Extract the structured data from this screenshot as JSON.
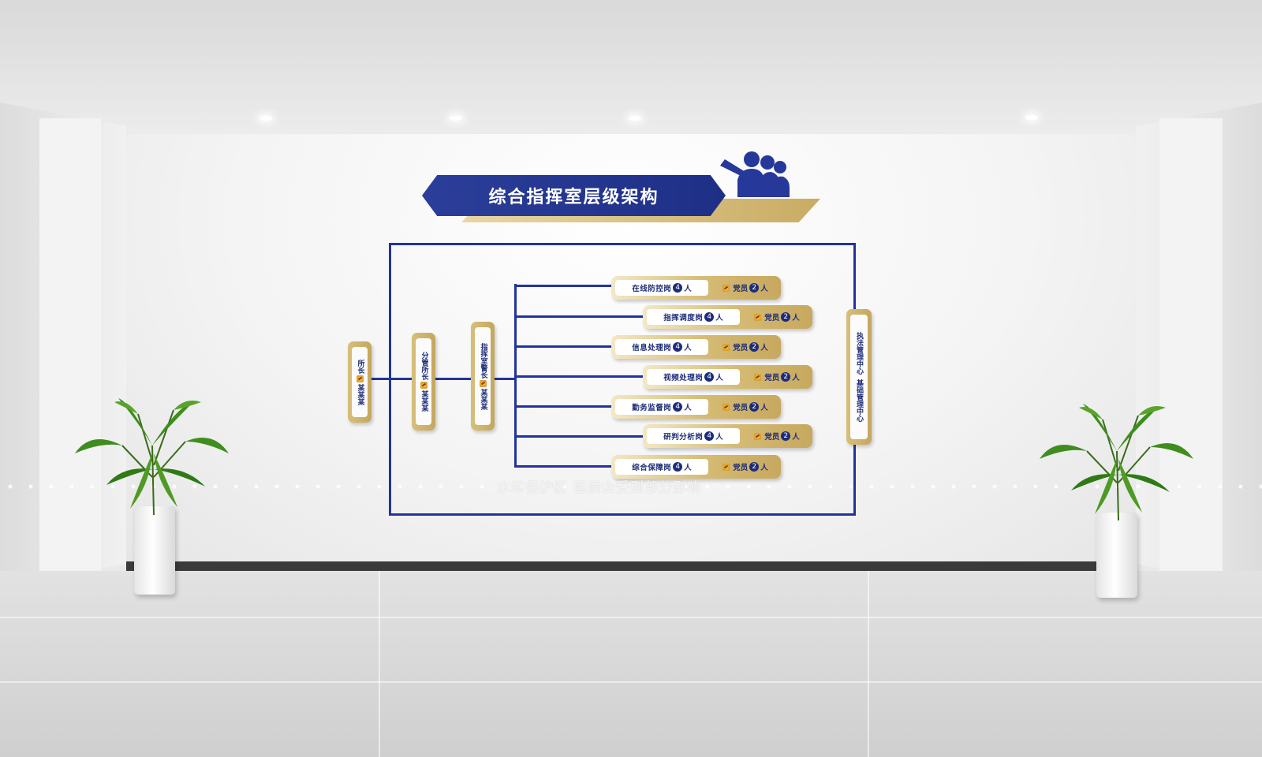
{
  "title": "综合指挥室层级架构",
  "hierarchy": [
    {
      "name": "所长",
      "person": "某某某"
    },
    {
      "name": "分管所长",
      "person": "某某某"
    },
    {
      "name": "指挥室警长",
      "person": "某某某"
    }
  ],
  "posts": [
    {
      "name": "在线防控岗",
      "count": "4",
      "unit": "人",
      "party_label": "党员",
      "party_count": "2",
      "party_unit": "人"
    },
    {
      "name": "指挥调度岗",
      "count": "4",
      "unit": "人",
      "party_label": "党员",
      "party_count": "2",
      "party_unit": "人"
    },
    {
      "name": "信息处理岗",
      "count": "4",
      "unit": "人",
      "party_label": "党员",
      "party_count": "2",
      "party_unit": "人"
    },
    {
      "name": "视频处理岗",
      "count": "4",
      "unit": "人",
      "party_label": "党员",
      "party_count": "2",
      "party_unit": "人"
    },
    {
      "name": "勤务监督岗",
      "count": "4",
      "unit": "人",
      "party_label": "党员",
      "party_count": "2",
      "party_unit": "人"
    },
    {
      "name": "研判分析岗",
      "count": "4",
      "unit": "人",
      "party_label": "党员",
      "party_count": "2",
      "party_unit": "人"
    },
    {
      "name": "综合保障岗",
      "count": "4",
      "unit": "人",
      "party_label": "党员",
      "party_count": "2",
      "party_unit": "人"
    }
  ],
  "side_panel": {
    "line1": "执法管理中心",
    "line2": "基础管理中心"
  },
  "watermark": "水印保护区  画质会受到部分影响",
  "colors": {
    "navy": "#22349a",
    "gold": "#c9ac63",
    "wall": "#f4f4f4"
  }
}
